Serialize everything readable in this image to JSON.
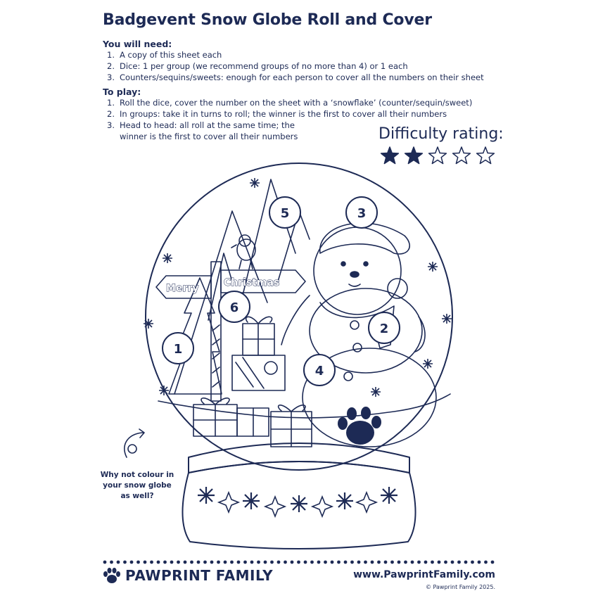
{
  "title": "Badgevent Snow Globe Roll and Cover",
  "you_will_need": {
    "heading": "You will need:",
    "items": [
      {
        "num": "1.",
        "text": "A copy of this sheet each"
      },
      {
        "num": "2.",
        "text": "Dice: 1 per group (we recommend groups of no more than 4) or 1 each"
      },
      {
        "num": "3.",
        "text": "Counters/sequins/sweets: enough for each person to cover all the numbers on their sheet"
      }
    ]
  },
  "to_play": {
    "heading": "To play:",
    "items": [
      {
        "num": "1.",
        "text": "Roll the dice, cover the number on the sheet with a ‘snowflake’ (counter/sequin/sweet)"
      },
      {
        "num": "2.",
        "text": "In groups: take it in turns to roll; the winner is the first to cover all their numbers"
      },
      {
        "num": "3.",
        "text": "Head to head: all roll at the same time; the"
      },
      {
        "num": "",
        "text": "winner is the first to cover all their numbers"
      }
    ]
  },
  "difficulty": {
    "label": "Difficulty rating:",
    "rating": 2,
    "max": 5
  },
  "globe_numbers": [
    "5",
    "3",
    "6",
    "2",
    "1",
    "4"
  ],
  "sign": {
    "left": "Merry",
    "right": "Christmas"
  },
  "note": "Why not colour in your snow globe as well?",
  "footer": {
    "brand": "PAWPRINT FAMILY",
    "url": "www.PawprintFamily.com",
    "copyright": "© Pawprint Family 2025."
  },
  "colors": {
    "ink": "#1d2a55"
  }
}
